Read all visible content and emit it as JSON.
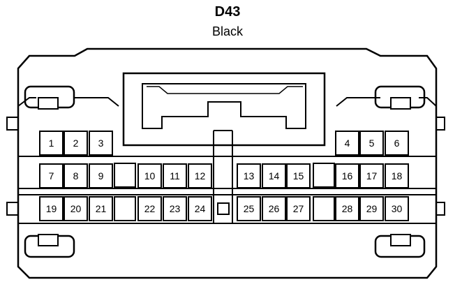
{
  "connector": {
    "id": "D43",
    "color_label": "Black"
  },
  "pins": [
    {
      "label": "1"
    },
    {
      "label": "2"
    },
    {
      "label": "3"
    },
    {
      "label": "4"
    },
    {
      "label": "5"
    },
    {
      "label": "6"
    },
    {
      "label": "7"
    },
    {
      "label": "8"
    },
    {
      "label": "9"
    },
    {
      "label": "10"
    },
    {
      "label": "11"
    },
    {
      "label": "12"
    },
    {
      "label": "13"
    },
    {
      "label": "14"
    },
    {
      "label": "15"
    },
    {
      "label": "16"
    },
    {
      "label": "17"
    },
    {
      "label": "18"
    },
    {
      "label": "19"
    },
    {
      "label": "20"
    },
    {
      "label": "21"
    },
    {
      "label": "22"
    },
    {
      "label": "23"
    },
    {
      "label": "24"
    },
    {
      "label": "25"
    },
    {
      "label": "26"
    },
    {
      "label": "27"
    },
    {
      "label": "28"
    },
    {
      "label": "29"
    },
    {
      "label": "30"
    }
  ]
}
